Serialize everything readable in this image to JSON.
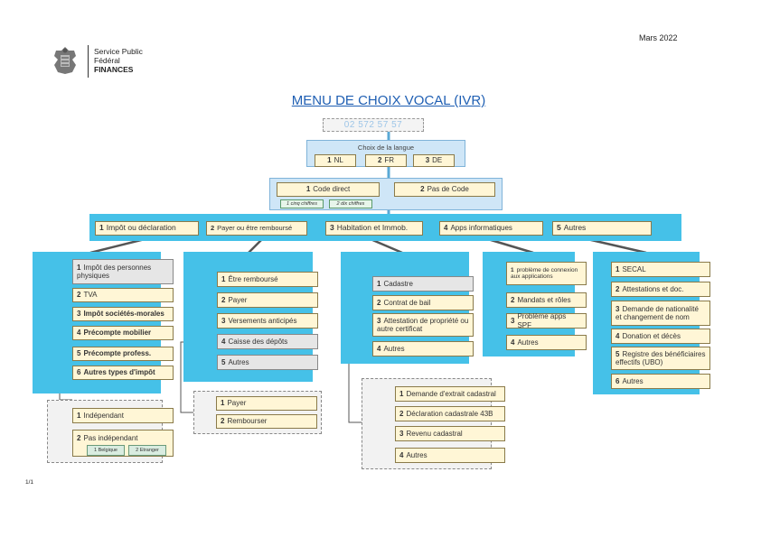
{
  "header": {
    "date": "Mars 2022",
    "org_line1": "Service Public",
    "org_line2": "Fédéral",
    "org_line3": "FINANCES",
    "page_number": "1/1"
  },
  "title": "MENU DE CHOIX VOCAL (IVR)",
  "phone": "02 572 57 57",
  "language": {
    "label": "Choix de la langue",
    "options": [
      {
        "num": "1",
        "label": "NL"
      },
      {
        "num": "2",
        "label": "FR"
      },
      {
        "num": "3",
        "label": "DE"
      }
    ]
  },
  "code": {
    "options": [
      {
        "num": "1",
        "label": "Code direct"
      },
      {
        "num": "2",
        "label": "Pas de Code"
      }
    ],
    "sub": [
      {
        "num": "1",
        "label": "cinq chiffres"
      },
      {
        "num": "2",
        "label": "dix chiffres"
      }
    ]
  },
  "menu": [
    {
      "num": "1",
      "label": "Impôt ou déclaration"
    },
    {
      "num": "2",
      "label": "Payer ou être remboursé"
    },
    {
      "num": "3",
      "label": "Habitation et Immob."
    },
    {
      "num": "4",
      "label": "Apps informatiques"
    },
    {
      "num": "5",
      "label": "Autres"
    }
  ],
  "col1": {
    "items": [
      {
        "num": "1",
        "label": "Impôt des personnes physiques"
      },
      {
        "num": "2",
        "label": "TVA"
      },
      {
        "num": "3",
        "label": "Impôt sociétés-morales"
      },
      {
        "num": "4",
        "label": "Précompte mobilier"
      },
      {
        "num": "5",
        "label": "Précompte profess."
      },
      {
        "num": "6",
        "label": "Autres types d'impôt"
      }
    ],
    "sub": [
      {
        "num": "1",
        "label": "Indépendant"
      },
      {
        "num": "2",
        "label": "Pas indépendant"
      }
    ],
    "subsub": [
      {
        "num": "1",
        "label": "Belgique"
      },
      {
        "num": "2",
        "label": "Etranger"
      }
    ]
  },
  "col2": {
    "items": [
      {
        "num": "1",
        "label": "Être remboursé"
      },
      {
        "num": "2",
        "label": "Payer"
      },
      {
        "num": "3",
        "label": "Versements anticipés"
      },
      {
        "num": "4",
        "label": "Caisse des dépôts"
      },
      {
        "num": "5",
        "label": "Autres"
      }
    ],
    "sub": [
      {
        "num": "1",
        "label": "Payer"
      },
      {
        "num": "2",
        "label": "Rembourser"
      }
    ]
  },
  "col3": {
    "items": [
      {
        "num": "1",
        "label": "Cadastre"
      },
      {
        "num": "2",
        "label": "Contrat de bail"
      },
      {
        "num": "3",
        "label": "Attestation de propriété ou autre certificat"
      },
      {
        "num": "4",
        "label": "Autres"
      }
    ],
    "sub": [
      {
        "num": "1",
        "label": "Demande d'extrait cadastral"
      },
      {
        "num": "2",
        "label": "Déclaration cadastrale 43B"
      },
      {
        "num": "3",
        "label": "Revenu cadastral"
      },
      {
        "num": "4",
        "label": "Autres"
      }
    ]
  },
  "col4": {
    "items": [
      {
        "num": "1",
        "label": "problème de connexion aux applications"
      },
      {
        "num": "2",
        "label": "Mandats et rôles"
      },
      {
        "num": "3",
        "label": "Problème apps SPF"
      },
      {
        "num": "4",
        "label": "Autres"
      }
    ]
  },
  "col5": {
    "items": [
      {
        "num": "1",
        "label": "SECAL"
      },
      {
        "num": "2",
        "label": "Attestations et doc."
      },
      {
        "num": "3",
        "label": "Demande de nationalité et changement de nom"
      },
      {
        "num": "4",
        "label": "Donation et décès"
      },
      {
        "num": "5",
        "label": "Registre des bénéficiaires effectifs (UBO)"
      },
      {
        "num": "6",
        "label": "Autres"
      }
    ]
  },
  "colors": {
    "panel": "#45c1e8",
    "light_panel": "#cfe6f7",
    "item_bg": "#fff6d6",
    "title_link": "#1f5fb3"
  }
}
